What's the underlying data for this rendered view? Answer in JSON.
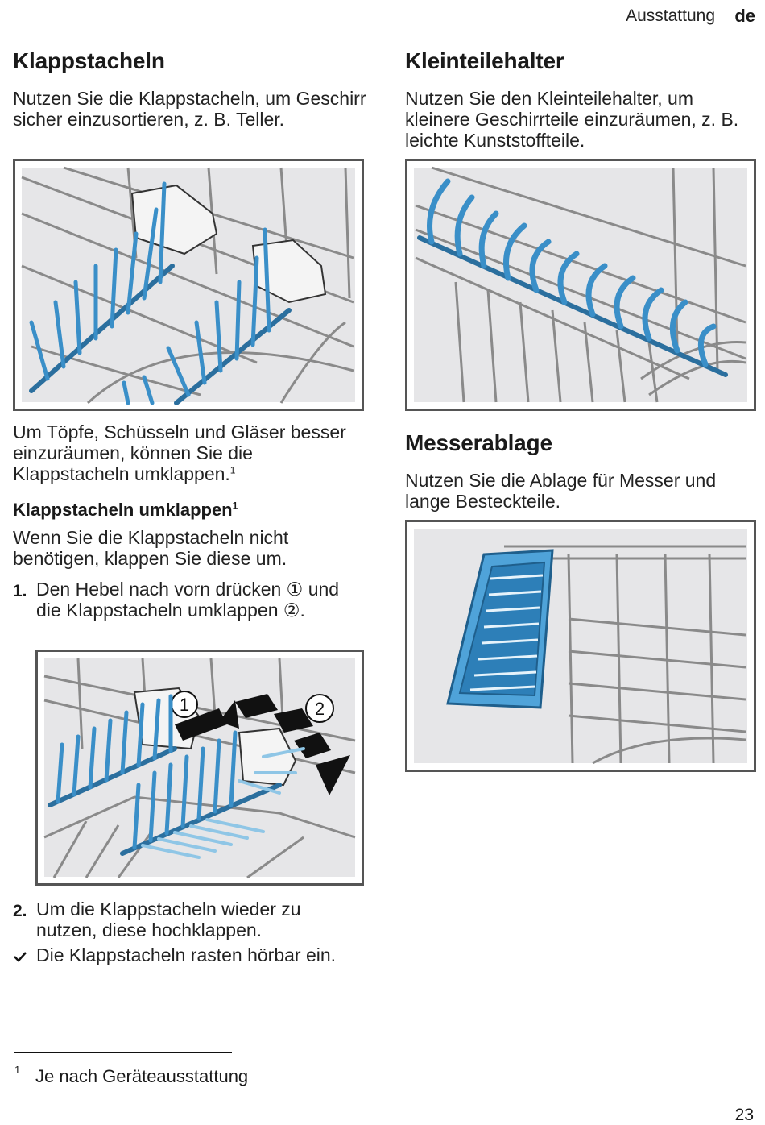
{
  "header": {
    "section": "Ausstattung",
    "lang": "de"
  },
  "left": {
    "klapp_title": "Klappstacheln",
    "klapp_intro": "Nutzen Sie die Klappstacheln, um Geschirr sicher einzusortieren, z. B. Teller.",
    "klapp_text_main": "Um Töpfe, Schüsseln und Gläser besser einzuräumen, können Sie die Klappstacheln umklappen.",
    "klapp_text_sup": "1",
    "sub_title_main": "Klappstacheln umklappen",
    "sub_title_sup": "1",
    "sub_intro": "Wenn Sie die Klappstacheln nicht benötigen, klappen Sie diese um.",
    "step1_num": "1.",
    "step1_text": "Den Hebel nach vorn drücken ① und die Klappstacheln umklappen ②.",
    "fig2_label1": "1",
    "fig2_label2": "2",
    "step2_num": "2.",
    "step2_text": "Um die Klappstacheln wieder zu nutzen, diese hochklappen.",
    "result_text": "Die Klappstacheln rasten hörbar ein."
  },
  "right": {
    "klein_title": "Kleinteilehalter",
    "klein_intro": "Nutzen Sie den Kleinteilehalter, um kleinere Geschirrteile einzuräumen, z. B. leichte Kunststoffteile.",
    "messer_title": "Messerablage",
    "messer_intro": "Nutzen Sie die Ablage für Messer und lange Besteckteile."
  },
  "footnote": {
    "num": "1",
    "text": "Je nach Geräteausstattung"
  },
  "page_number": "23",
  "colors": {
    "accent_blue": "#3a8fc8",
    "grey_bg": "#e6e6e8",
    "frame": "#555555"
  }
}
